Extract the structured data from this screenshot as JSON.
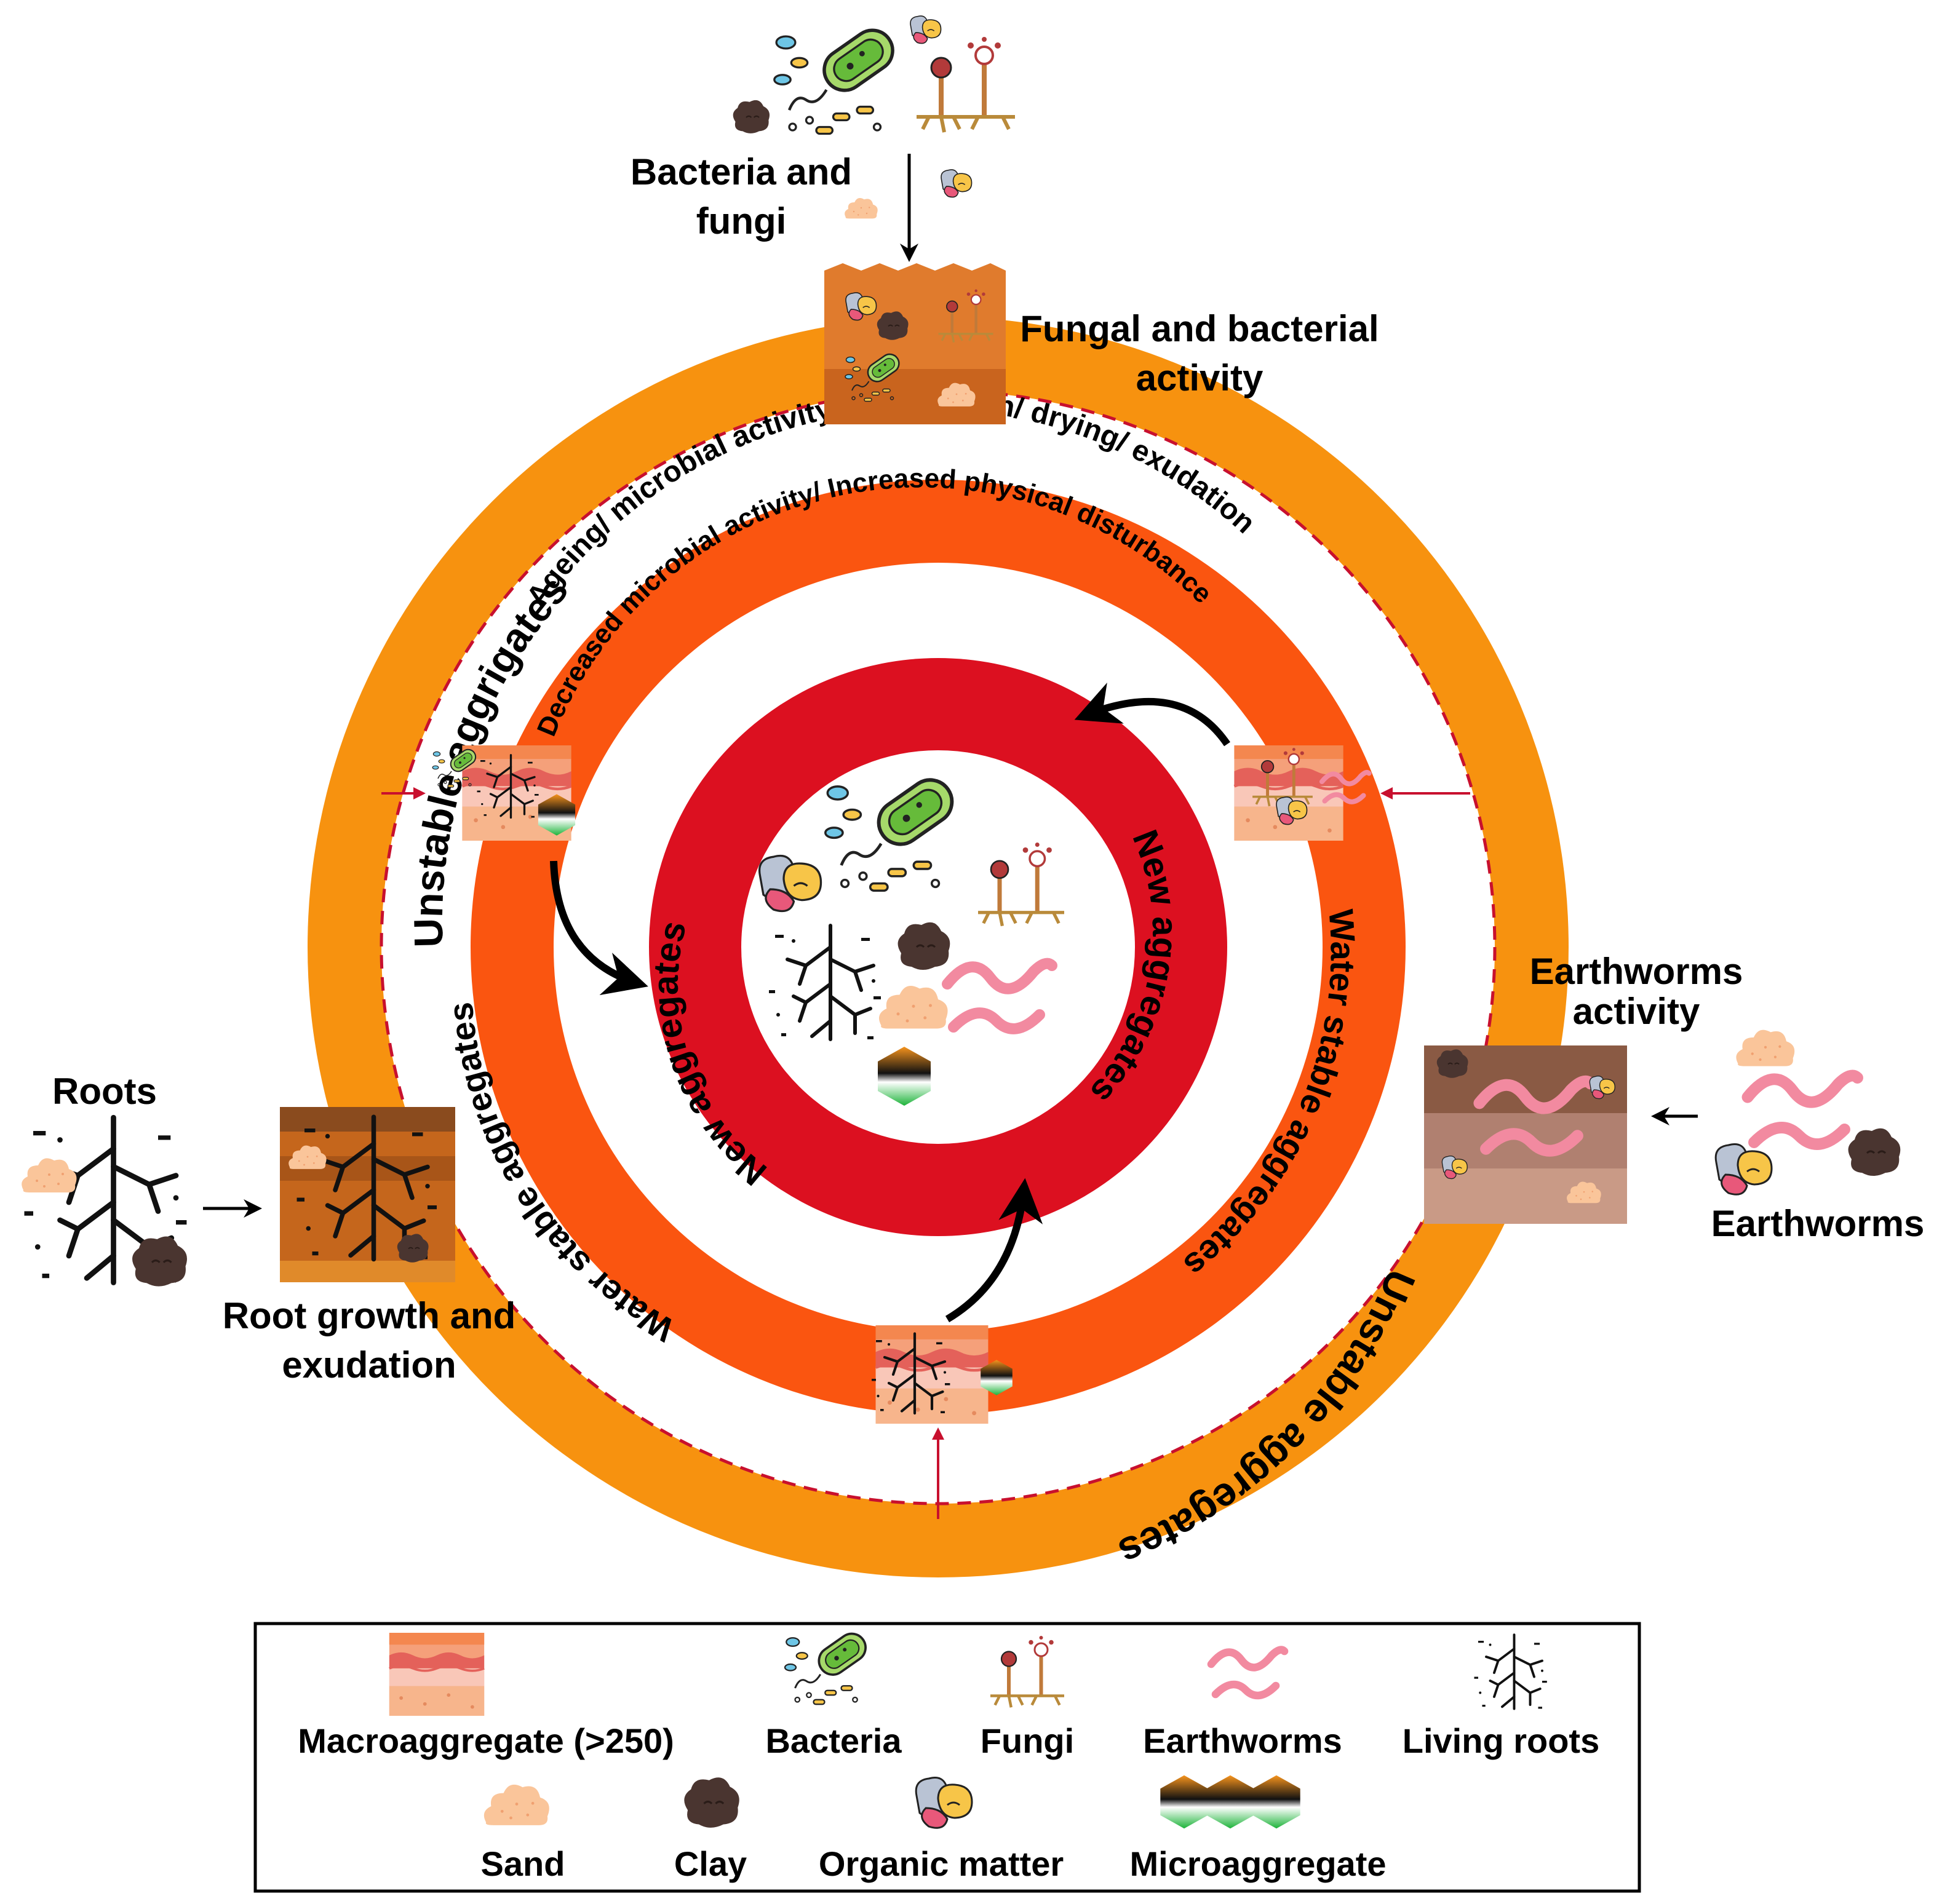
{
  "colors": {
    "outer_ring": "#f7920f",
    "middle_ring": "#fa5510",
    "inner_ring": "#dc1020",
    "dashed_line": "#c8102e",
    "soil_dark": "#8a4b2e",
    "soil_light": "#c99a86",
    "worm": "#f28aa0",
    "sand": "#fac59a",
    "clay": "#4a3530"
  },
  "outer_ring": {
    "label_left": "Unstable aggrigates",
    "label_right": "Unstable aggregates"
  },
  "transition_labels": {
    "formation": "Ageing/ microbial activity/ root growth/ drying/ exudation",
    "breakdown": "Decreased microbial  activity/ Increased physical disturbance"
  },
  "middle_ring": {
    "label_left": "Water stable aggregates",
    "label_right": "Water stable aggregates"
  },
  "inner_ring": {
    "label_left": "New aggregates",
    "label_right": "New aggregates"
  },
  "drivers": {
    "bacteria_fungi": {
      "source_line1": "Bacteria and",
      "source_line2": "fungi",
      "activity_line1": "Fungal and bacterial",
      "activity_line2": "activity"
    },
    "roots": {
      "source": "Roots",
      "activity_line1": "Root growth and",
      "activity_line2": "exudation"
    },
    "earthworms": {
      "source": "Earthworms",
      "activity_line1": "Earthworms",
      "activity_line2": "activity"
    }
  },
  "legend": {
    "items_row1": [
      "Macroaggregate (>250)",
      "Bacteria",
      "Fungi",
      "Earthworms",
      "Living roots"
    ],
    "items_row2": [
      "Sand",
      "Clay",
      "Organic matter",
      "Microaggregate"
    ],
    "icons_row1": [
      "macroaggregate-icon",
      "bacteria-icon",
      "fungi-icon",
      "earthworm-icon",
      "roots-icon"
    ],
    "icons_row2": [
      "sand-icon",
      "clay-icon",
      "organic-matter-icon",
      "microaggregate-icon"
    ]
  }
}
